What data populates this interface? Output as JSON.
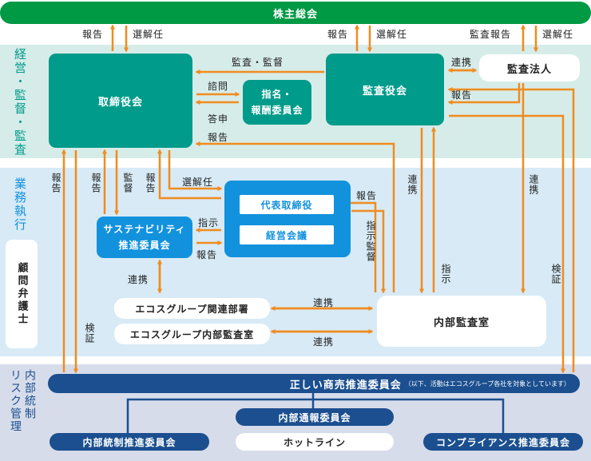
{
  "colors": {
    "top_green": "#009944",
    "teal": "#009b8a",
    "blue": "#1292dd",
    "navy": "#1b4f8f",
    "orange": "#f08c1e",
    "band_management": "#d6ece9",
    "band_execution": "#d7eaf6",
    "band_internal": "#d6dcea"
  },
  "shareholders": {
    "label": "株主総会"
  },
  "sections": {
    "management": "経営・監督・監査",
    "execution": "業務執行",
    "internal": "内部統制\nリスク管理"
  },
  "boxes": {
    "board": "取締役会",
    "nomination": "指名・\n報酬委員会",
    "audit_committee": "監査役会",
    "audit_firm": "監査法人",
    "ceo": "代表取締役",
    "management_meeting": "経営会議",
    "sustainability": "サステナビリティ\n推進委員会",
    "legal_advisor": "顧問弁護士",
    "group_dept": "エコスグループ関連部署",
    "group_internal_audit": "エコスグループ内部監査室",
    "internal_audit": "内部監査室",
    "fair_trade": "正しい商売推進委員会",
    "fair_trade_note": "（以下、活動はエコスグループ各社を対象としています）",
    "internal_whistle": "内部通報委員会",
    "hotline": "ホットライン",
    "internal_control": "内部統制推進委員会",
    "compliance": "コンプライアンス推進委員会"
  },
  "labels": {
    "report": "報告",
    "elect_dismiss": "選解任",
    "audit_report": "監査報告",
    "audit_supervise": "監査・監督",
    "cooperation": "連携",
    "inquiry": "諮問",
    "reply": "答申",
    "supervise": "監督",
    "instruction": "指示",
    "instruction_supervise": "指示監督",
    "verification": "検証"
  }
}
